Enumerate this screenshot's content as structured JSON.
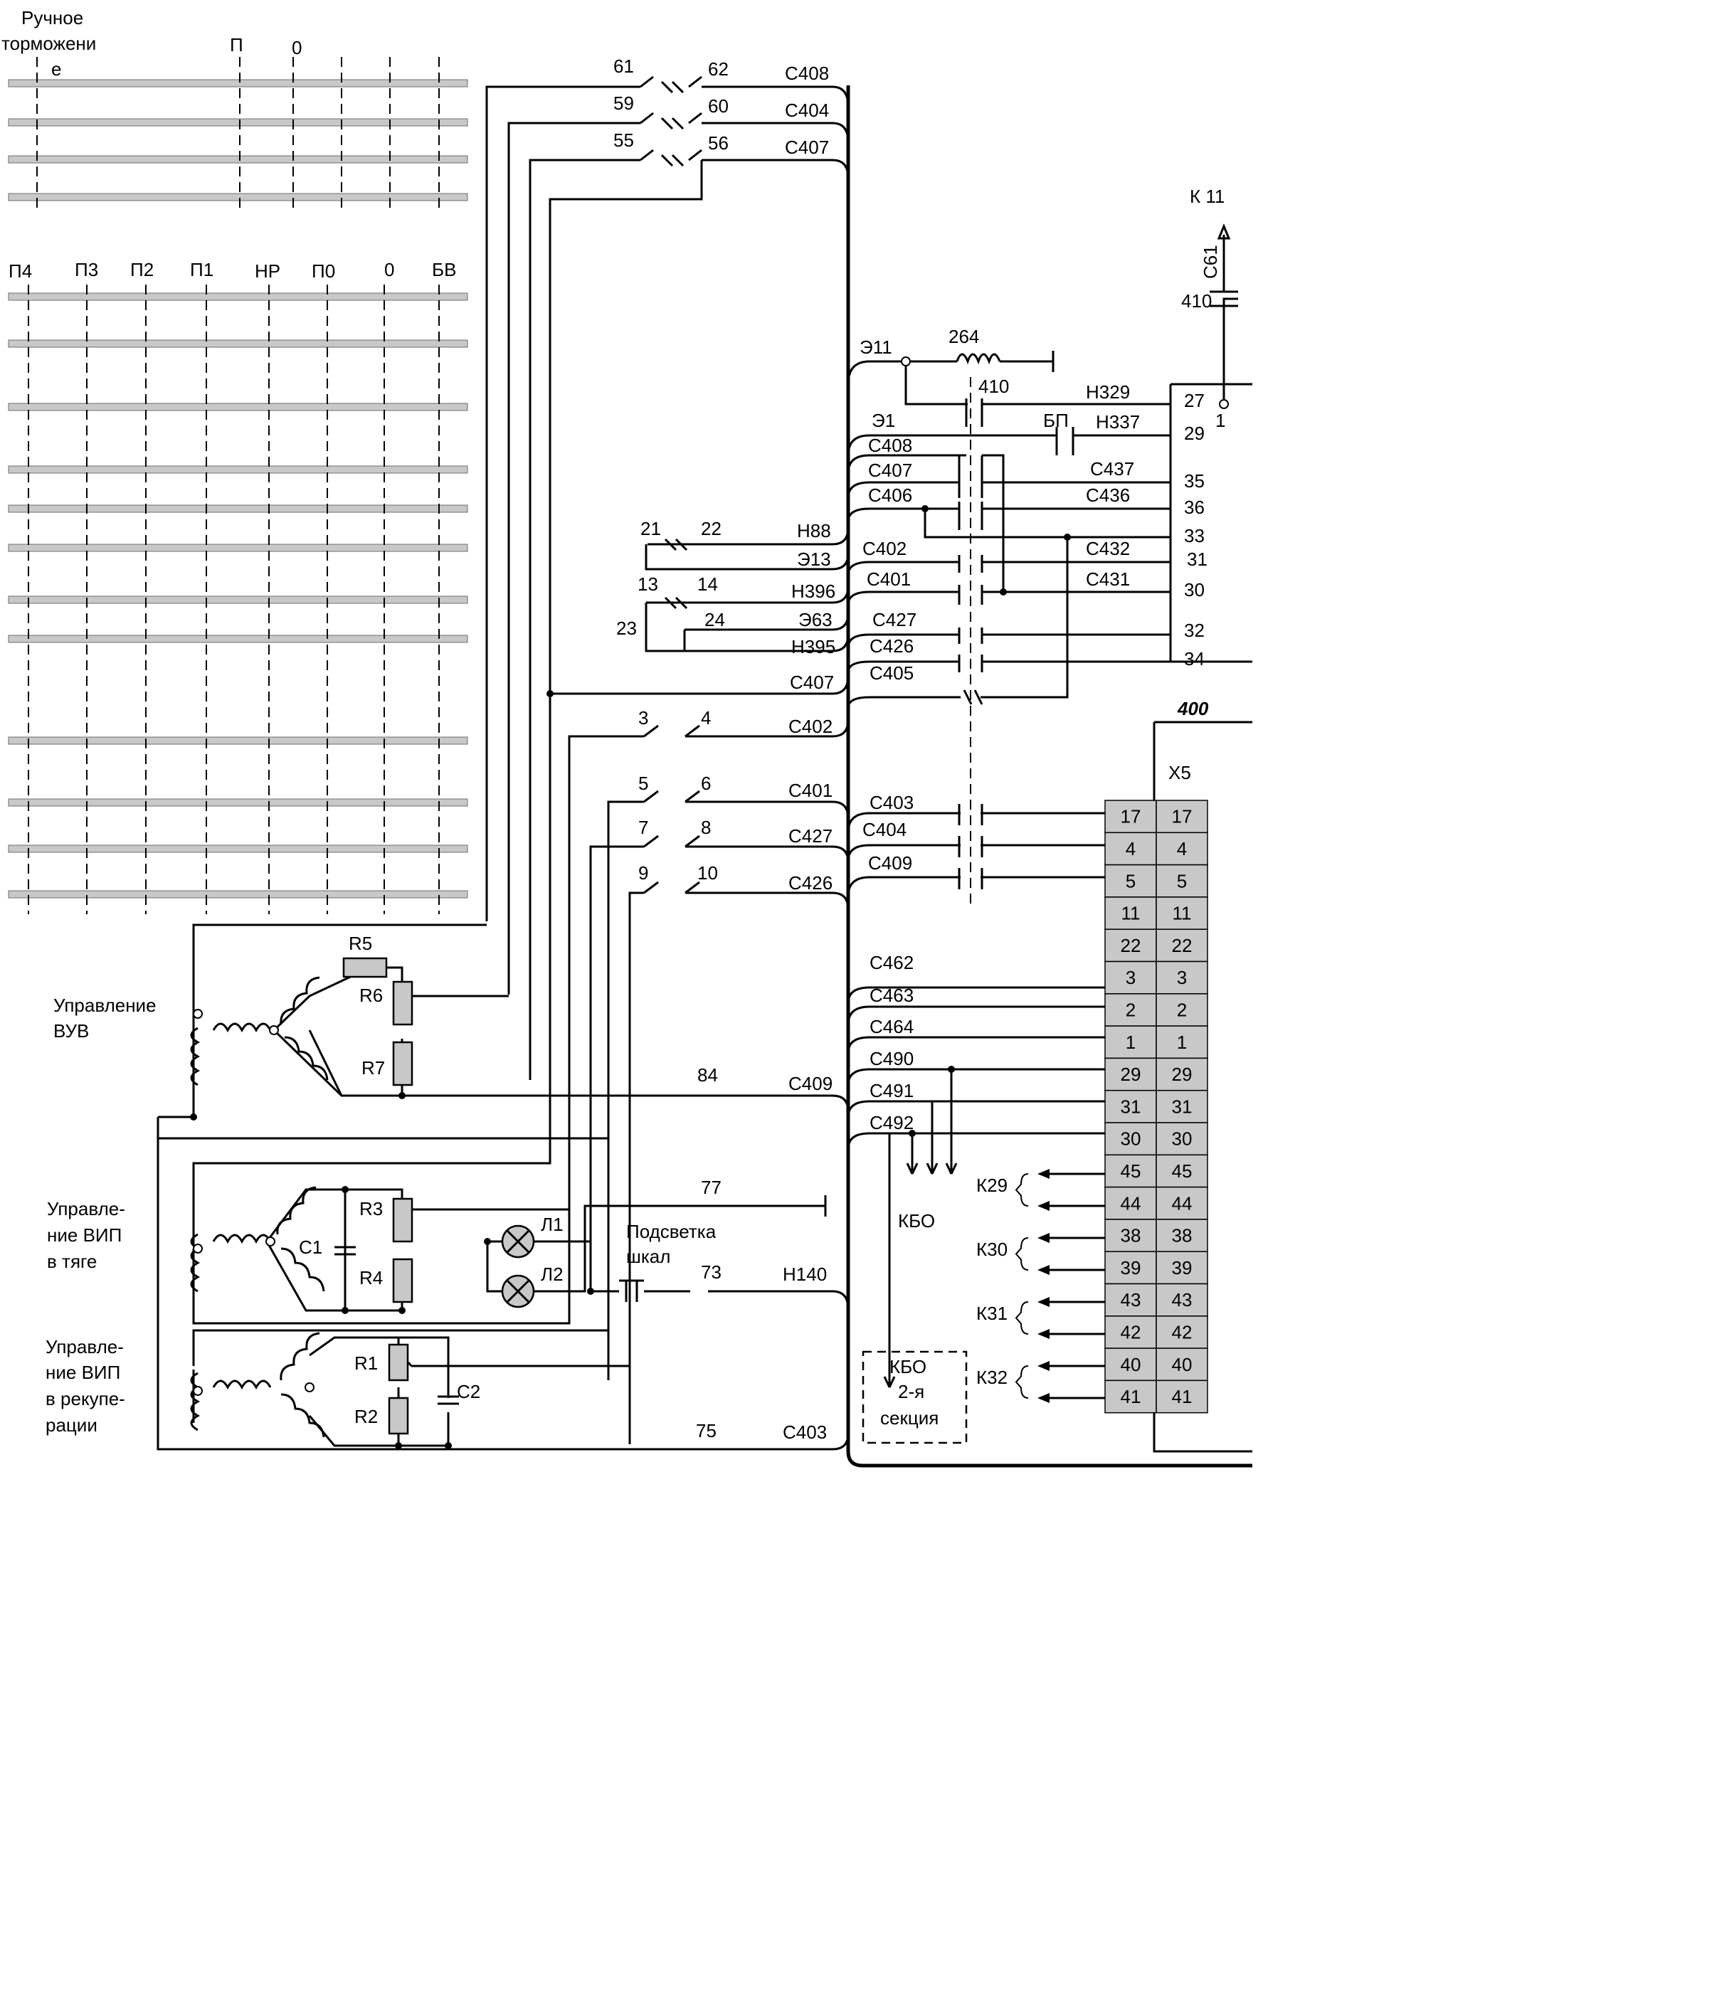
{
  "controller": {
    "brake_title": [
      "Ручное",
      "торможени",
      "е"
    ],
    "brake_positions": [
      "П",
      "0"
    ],
    "main_positions": [
      "П4",
      "П3",
      "П2",
      "П1",
      "НР",
      "П0",
      "0",
      "БВ"
    ]
  },
  "top_contacts": [
    {
      "left": "61",
      "right": "62",
      "wire": "С408"
    },
    {
      "left": "59",
      "right": "60",
      "wire": "С404"
    },
    {
      "left": "55",
      "right": "56",
      "wire": "С407"
    }
  ],
  "right_top": {
    "k": "К 11",
    "c61": "С61",
    "n410": "410"
  },
  "coil": {
    "e11": "Э11",
    "num": "264",
    "n410": "410"
  },
  "upper_wires": [
    {
      "id": "e1",
      "label": "Э1"
    },
    {
      "id": "bp",
      "label": "БП"
    },
    {
      "id": "n329",
      "label": "Н329"
    },
    {
      "id": "n337",
      "label": "Н337"
    },
    {
      "id": "c408",
      "label": "С408"
    },
    {
      "id": "c407",
      "label": "С407"
    },
    {
      "id": "c406",
      "label": "С406"
    },
    {
      "id": "c437",
      "label": "С437"
    },
    {
      "id": "c436",
      "label": "С436"
    },
    {
      "id": "c402",
      "label": "С402"
    },
    {
      "id": "c432",
      "label": "С432"
    },
    {
      "id": "c401",
      "label": "С401"
    },
    {
      "id": "c431",
      "label": "С431"
    },
    {
      "id": "c427",
      "label": "С427"
    },
    {
      "id": "c426",
      "label": "С426"
    },
    {
      "id": "c405",
      "label": "С405"
    }
  ],
  "upper_terminals": [
    "27",
    "1",
    "29",
    "35",
    "36",
    "33",
    "31",
    "30",
    "32",
    "34"
  ],
  "mid_contacts": {
    "c21": "21",
    "c22": "22",
    "n88": "Н88",
    "e13": "Э13",
    "c13": "13",
    "c14": "14",
    "n396": "Н396",
    "c23": "23",
    "c24": "24",
    "e63": "Э63",
    "n395": "Н395",
    "c407": "С407"
  },
  "lower_contacts": [
    {
      "left": "3",
      "right": "4",
      "wire": "С402"
    },
    {
      "left": "5",
      "right": "6",
      "wire": "С401"
    },
    {
      "left": "7",
      "right": "8",
      "wire": "С427"
    },
    {
      "left": "9",
      "right": "10",
      "wire": "С426"
    }
  ],
  "bus_right_labels": [
    "С403",
    "С404",
    "С409",
    "С462",
    "С463",
    "С464",
    "С490",
    "С491",
    "С492"
  ],
  "block_400": {
    "title": "400",
    "conn": "Х5",
    "rows": [
      "17",
      "4",
      "5",
      "11",
      "22",
      "3",
      "2",
      "1",
      "29",
      "31",
      "30",
      "45",
      "44",
      "38",
      "39",
      "43",
      "42",
      "40",
      "41"
    ]
  },
  "k_groups": [
    "К29",
    "К30",
    "К31",
    "К32"
  ],
  "kbo": {
    "label": "КБО",
    "box": [
      "КБО",
      "2-я",
      "секция"
    ]
  },
  "vuv": {
    "title": [
      "Управление",
      "ВУВ"
    ],
    "r5": "R5",
    "r6": "R6",
    "r7": "R7",
    "c84": "84",
    "wire": "С409"
  },
  "vip_t": {
    "title": [
      "Управле-",
      "ние ВИП",
      "в тяге"
    ],
    "r3": "R3",
    "r4": "R4",
    "c1": "С1",
    "c77": "77"
  },
  "lamps": {
    "l1": "Л1",
    "l2": "Л2",
    "caption": [
      "Подсветка",
      "шкал"
    ],
    "c73": "73",
    "wire": "Н140"
  },
  "vip_r": {
    "title": [
      "Управле-",
      "ние ВИП",
      "в рекупе-",
      "рации"
    ],
    "r1": "R1",
    "r2": "R2",
    "c2": "С2",
    "c75": "75",
    "wire": "С403"
  }
}
